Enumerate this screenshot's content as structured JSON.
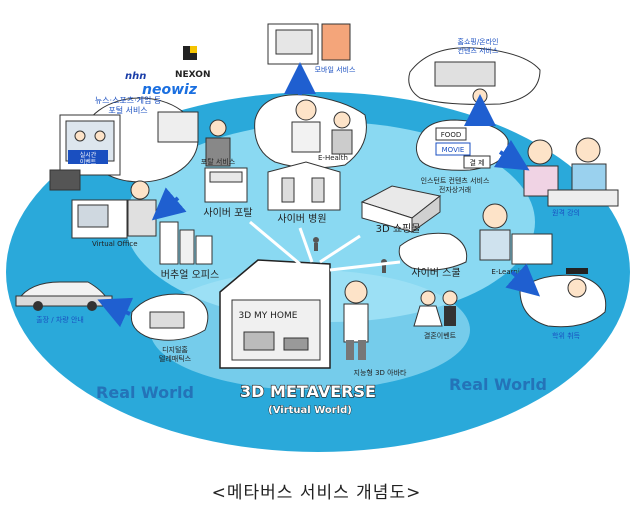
{
  "caption": "<메타버스 서비스 개념도>",
  "center": {
    "title": "3D METAVERSE",
    "subtitle": "(Virtual World)",
    "home_label": "3D MY HOME",
    "avatar_label": "지능형 3D 아바타"
  },
  "real_world": {
    "left": "Real World",
    "right": "Real World"
  },
  "logos": {
    "nexon": "NEXON",
    "neowiz": "neowiz",
    "other": "nhn"
  },
  "hubs": {
    "cyber_portal": "사이버 포탈",
    "cyber_hospital": "사이버 병원",
    "shopping_mall": "3D 쇼핑몰",
    "cyber_school": "사이버 스쿨",
    "virtual_office": "버추얼 오피스",
    "portal_service": "포탈 서비스",
    "wedding": "결혼이벤트"
  },
  "bubbles": {
    "news": "뉴스·스포츠·게임 등\n포털 서비스",
    "realtime": "실시간\n이벤트",
    "virtual_office_small": "Virtual Office",
    "mobile_service": "모바일 서비스",
    "ehealth": "E-Health",
    "instant_content": "인스턴트 컨텐츠 서비스\n전자상거래",
    "food": "FOOD",
    "movie": "MOVIE",
    "order": "결 제",
    "delivery": "홈쇼핑/온라인\n컨텐츠 서비스",
    "elearning": "E-Learning",
    "graduation": "학위 취득",
    "remote_class": "원격 강의",
    "car": "출장 / 차량 안내",
    "telematics": "디지털홈\n텔레매틱스"
  },
  "colors": {
    "outer_ellipse": "#2aa9da",
    "inner_ellipse": "#8ad9f2",
    "real_world_text": "#2473b8",
    "arrow": "#1f5fd0"
  }
}
